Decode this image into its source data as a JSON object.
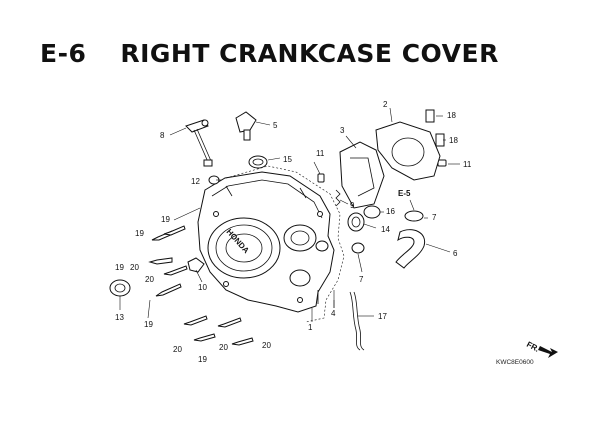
{
  "header": {
    "section_code": "E-6",
    "title": "RIGHT CRANKCASE COVER"
  },
  "callouts": {
    "n1": "1",
    "n2": "2",
    "n3": "3",
    "n4": "4",
    "n5": "5",
    "n6": "6",
    "n7a": "7",
    "n7b": "7",
    "n8": "8",
    "n9": "9",
    "n10": "10",
    "n11a": "11",
    "n11b": "11",
    "n12": "12",
    "n13": "13",
    "n14": "14",
    "n15": "15",
    "n16": "16",
    "n17": "17",
    "n18a": "18",
    "n18b": "18",
    "n19a": "19",
    "n19b": "19",
    "n19c": "19",
    "n19d": "19",
    "n19e": "19",
    "n20a": "20",
    "n20b": "20",
    "n20c": "20",
    "n20d": "20",
    "ref_e5": "E-5"
  },
  "cover_brand": "HONDA",
  "direction_label": "FR.",
  "drawing_code": "KWC8E0600"
}
